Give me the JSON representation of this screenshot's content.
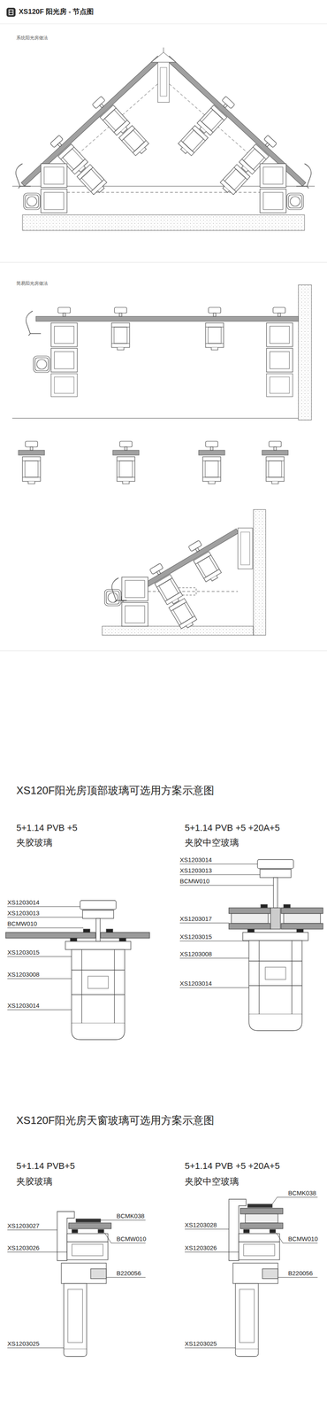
{
  "diagram": {
    "title": "XS120F 阳光房 - 节点图",
    "labels": [
      "系统阳光房做法",
      "简易阳光房做法",
      "XS120F阳光房顶部玻璃可选用方案示意图",
      "5+1.14 PVB +5",
      "夹胶玻璃",
      "5+1.14 PVB +5 +20A+5",
      "夹胶中空玻璃",
      "XS1203014",
      "XS1203013",
      "BCMW010",
      "XS1203015",
      "XS1203008",
      "XS1203014",
      "XS1203014",
      "XS1203013",
      "BCMW010",
      "XS1203017",
      "XS1203015",
      "XS1203008",
      "XS1203014",
      "XS120F阳光房天窗玻璃可选用方案示意图",
      "5+1.14 PVB+5",
      "夹胶玻璃",
      "5+1.14 PVB +5 +20A+5",
      "夹胶中空玻璃",
      "BCMK038",
      "XS1203027",
      "BCMW010",
      "XS1203026",
      "B220056",
      "XS1203025",
      "BCMK038",
      "XS1203028",
      "BCMW010",
      "XS1203026",
      "B220056",
      "XS1203025"
    ]
  }
}
